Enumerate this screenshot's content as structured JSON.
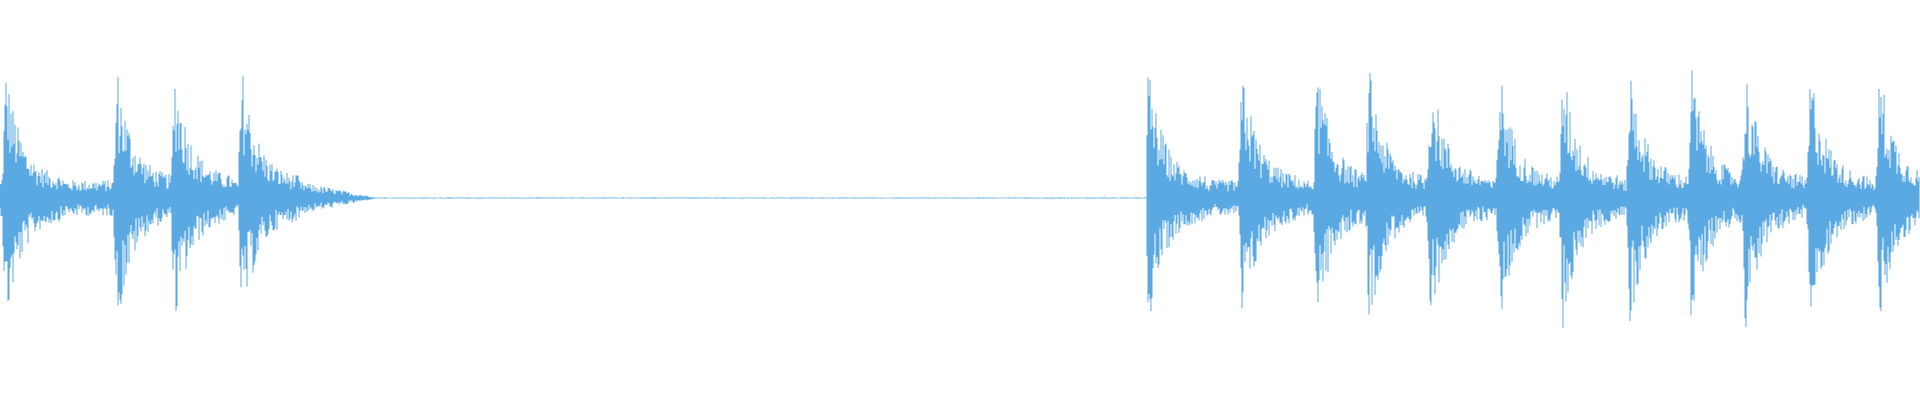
{
  "waveform": {
    "color": "#5aa9e2",
    "background": "#ffffff",
    "segments": [
      {
        "start": 0.0,
        "end": 0.195,
        "type": "burst-group",
        "bursts": [
          0.003,
          0.061,
          0.091,
          0.126
        ],
        "decayTo": 0.195
      },
      {
        "start": 0.195,
        "end": 0.595,
        "type": "near-silence"
      },
      {
        "start": 0.597,
        "end": 1.0,
        "type": "burst-group",
        "bursts": [
          0.598,
          0.647,
          0.686,
          0.713,
          0.745,
          0.781,
          0.814,
          0.849,
          0.881,
          0.909,
          0.943,
          0.979
        ],
        "decayTo": 1.0
      }
    ]
  }
}
